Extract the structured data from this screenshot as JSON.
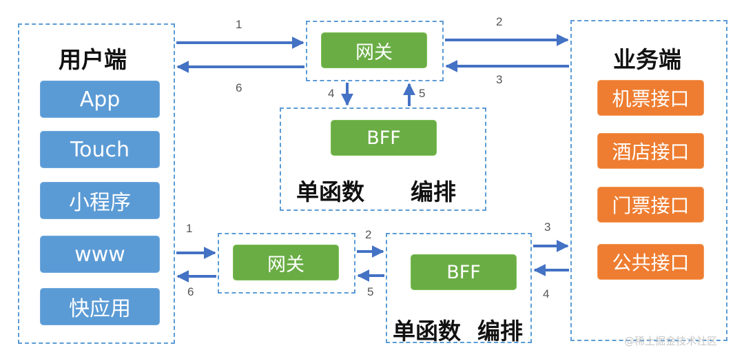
{
  "user_side": {
    "title": "用户端",
    "items": [
      "App",
      "Touch",
      "小程序",
      "www",
      "快应用"
    ]
  },
  "business_side": {
    "title": "业务端",
    "items": [
      "机票接口",
      "酒店接口",
      "门票接口",
      "公共接口"
    ]
  },
  "top_flow": {
    "gateway": "网关",
    "bff": "BFF",
    "labels": [
      "单函数",
      "编排"
    ],
    "steps": [
      "1",
      "2",
      "3",
      "4",
      "5",
      "6"
    ]
  },
  "bottom_flow": {
    "gateway": "网关",
    "bff": "BFF",
    "labels": [
      "单函数",
      "编排"
    ],
    "steps": [
      "1",
      "2",
      "3",
      "4",
      "5",
      "6"
    ]
  },
  "watermark": "@稀土掘金技术社区",
  "colors": {
    "border": "#5b9bd5",
    "user_item": "#5b9bd5",
    "gateway": "#6aad45",
    "business_item": "#ee7d31",
    "arrow": "#4472c4"
  }
}
